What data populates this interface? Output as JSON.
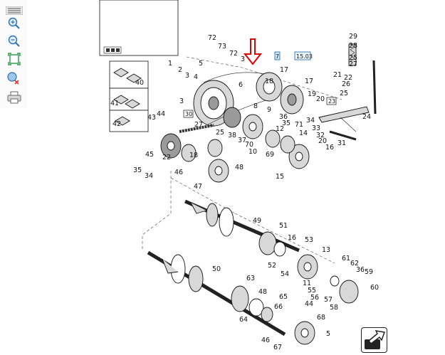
{
  "toolbar": {
    "items": [
      {
        "name": "menu-toggle-button",
        "icon": "hamburger-icon"
      },
      {
        "name": "zoom-in-button",
        "icon": "zoom-in-icon"
      },
      {
        "name": "zoom-out-button",
        "icon": "zoom-out-icon"
      },
      {
        "name": "fit-to-page-button",
        "icon": "fit-to-page-icon"
      },
      {
        "name": "zoom-reset-button",
        "icon": "zoom-clear-icon"
      },
      {
        "name": "print-button",
        "icon": "printer-icon"
      }
    ]
  },
  "diagram": {
    "highlight_color": "#e00000",
    "tags": {
      "ref_7": "7",
      "ref_14b": "15.03",
      "ref_30": "30",
      "ref_23": "23"
    },
    "callouts": {
      "c72a": "72",
      "c73": "73",
      "c72b": "72",
      "c3a": "3",
      "c1": "1",
      "c2": "2",
      "c5": "5",
      "c4": "4",
      "c3b": "3",
      "c3c": "3",
      "c17": "17",
      "c6": "6",
      "c18": "18",
      "c17b": "17",
      "c19": "19",
      "c20": "20",
      "c22a": "22",
      "c26": "26",
      "c25a": "25",
      "c29": "29",
      "c28": "28",
      "c25b": "25",
      "c27": "27",
      "c21": "21",
      "c24": "24",
      "c8": "8",
      "c9": "9",
      "c36a": "36",
      "c35": "35",
      "c43": "43",
      "c44a": "44",
      "c12": "12",
      "c71": "71",
      "c34a": "34",
      "c33": "33",
      "c32": "32",
      "c31": "31",
      "c27b": "27",
      "c25c": "25",
      "c38": "38",
      "c37": "37",
      "c70": "70",
      "c10": "10",
      "c69": "69",
      "c14": "14",
      "c20b": "20",
      "c16a": "16",
      "c45": "45",
      "c22b": "22",
      "c18b": "18",
      "c48a": "48",
      "c35b": "35",
      "c34b": "34",
      "c46a": "46",
      "c47": "47",
      "c15": "15",
      "c49": "49",
      "c51": "51",
      "c16b": "16",
      "c53": "53",
      "c13": "13",
      "c52": "52",
      "c54": "54",
      "c11": "11",
      "c61": "61",
      "c62": "62",
      "c36b": "36",
      "c59": "59",
      "c55": "55",
      "c56": "56",
      "c57": "57",
      "c58": "58",
      "c60": "60",
      "c50": "50",
      "c63": "63",
      "c48b": "48",
      "c65": "65",
      "c44b": "44",
      "c66": "66",
      "c64": "64",
      "c68": "68",
      "c46b": "46",
      "c67": "67",
      "c5b": "5",
      "c40": "40",
      "c41": "41",
      "c42": "42"
    }
  },
  "navigation": {
    "next_icon": "next-page-arrow-icon"
  }
}
